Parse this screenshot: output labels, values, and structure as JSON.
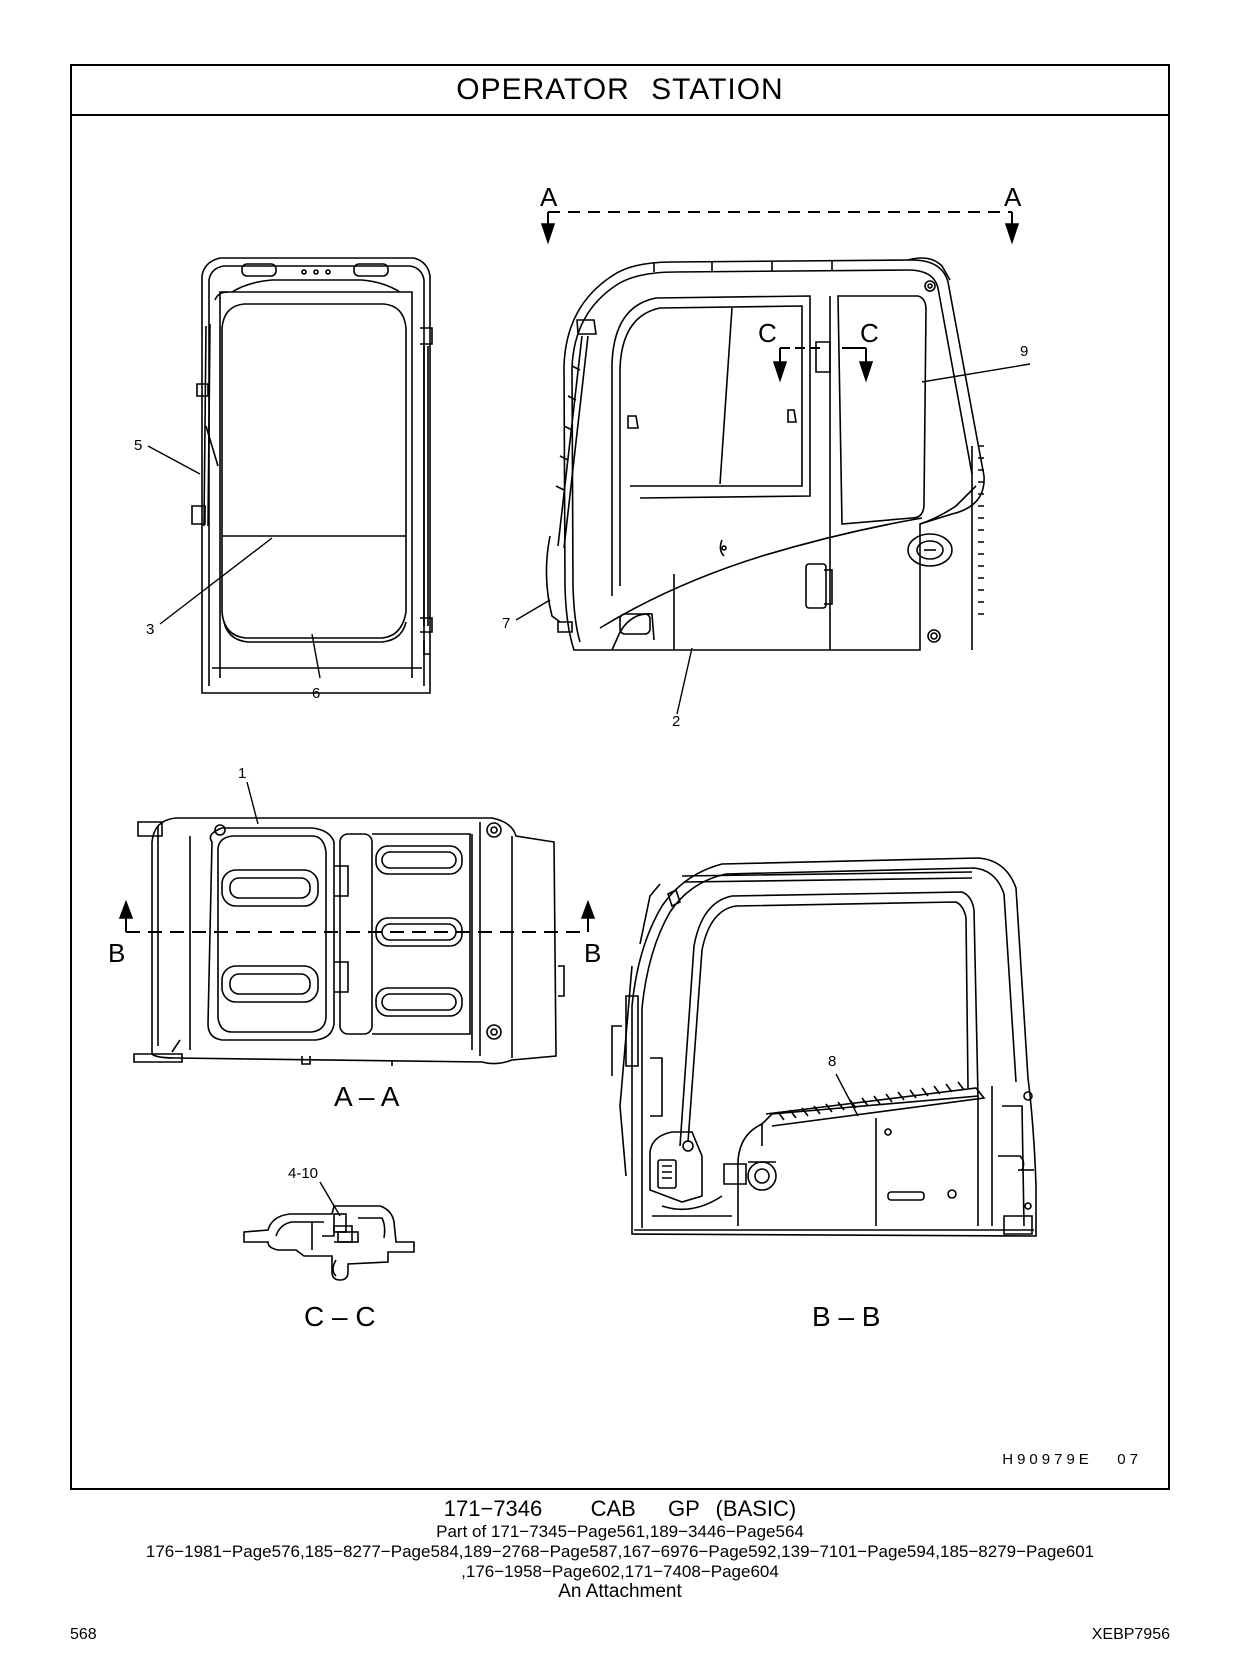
{
  "page": {
    "title": "OPERATOR   STATION",
    "drawing_id": "H90979E   07",
    "page_number": "568",
    "doc_code": "XEBP7956"
  },
  "caption": {
    "title": "171−7346   CAB  GP (BASIC)",
    "part_of": "Part of 171−7345−Page561,189−3446−Page564",
    "refs_line1": "176−1981−Page576,185−8277−Page584,189−2768−Page587,167−6976−Page592,139−7101−Page594,185−8279−Page601",
    "refs_line2": ",176−1958−Page602,171−7408−Page604",
    "attachment": "An Attachment"
  },
  "section_markers": {
    "a_left": "A",
    "a_right": "A",
    "b_left": "B",
    "b_right": "B",
    "c_left": "C",
    "c_right": "C"
  },
  "view_labels": {
    "aa": "A – A",
    "bb": "B – B",
    "cc": "C – C"
  },
  "callouts": {
    "c1": "1",
    "c2": "2",
    "c3": "3",
    "c4_10": "4-10",
    "c5": "5",
    "c6": "6",
    "c7": "7",
    "c8": "8",
    "c9": "9"
  }
}
